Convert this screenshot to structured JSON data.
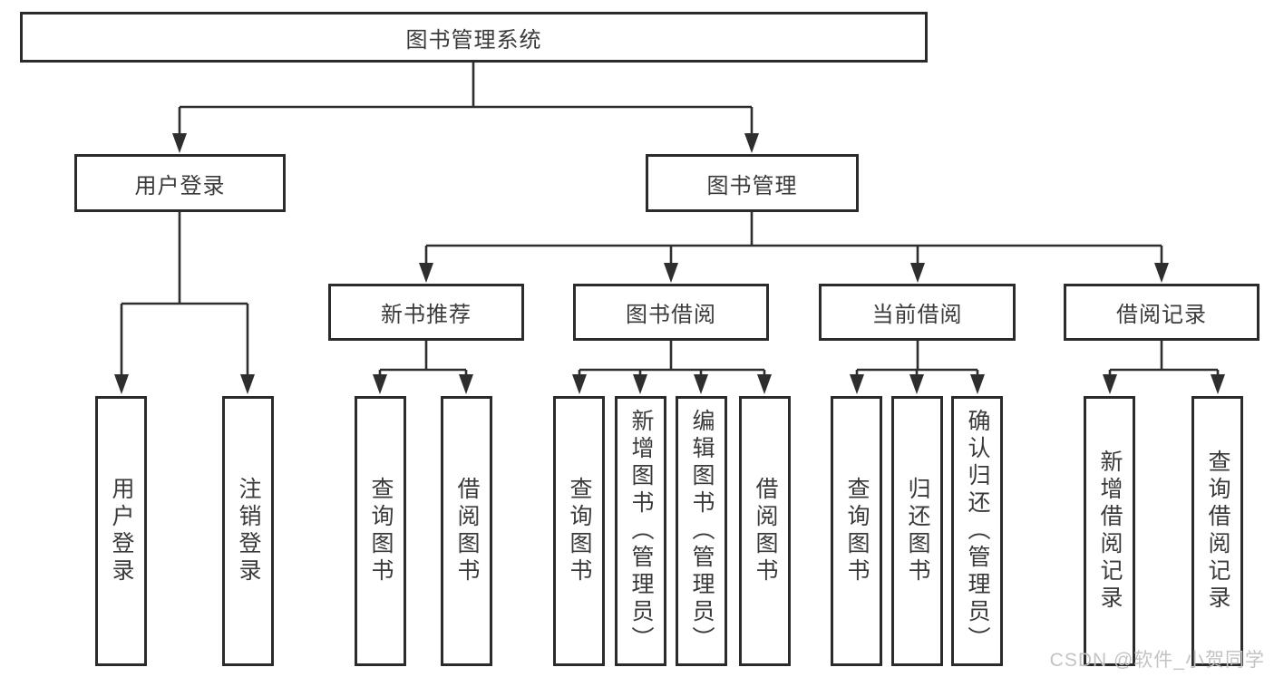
{
  "colors": {
    "line_color": "#2e2e2e",
    "border_color": "#2b2b2b",
    "box_bg": "#ffffff",
    "text_color": "#3a3a3a",
    "watermark_color": "#c3c3c3",
    "bg": "#ffffff"
  },
  "watermark": {
    "text": "CSDN @软件_小贺同学"
  },
  "nodes": {
    "root": {
      "label": "图书管理系统"
    },
    "user_login": {
      "label": "用户登录"
    },
    "book_mgmt": {
      "label": "图书管理"
    },
    "new_book_rec": {
      "label": "新书推荐"
    },
    "book_borrow": {
      "label": "图书借阅"
    },
    "current_borrow": {
      "label": "当前借阅"
    },
    "borrow_records": {
      "label": "借阅记录"
    },
    "user_login_leaf": {
      "label": "用户登录"
    },
    "logout": {
      "label": "注销登录"
    },
    "query_book_1": {
      "label": "查询图书"
    },
    "borrow_book_1": {
      "label": "借阅图书"
    },
    "query_book_2": {
      "label": "查询图书"
    },
    "add_book_admin": {
      "label": "新增图书（管理员）"
    },
    "edit_book_admin": {
      "label": "编辑图书（管理员）"
    },
    "borrow_book_2": {
      "label": "借阅图书"
    },
    "query_book_3": {
      "label": "查询图书"
    },
    "return_book": {
      "label": "归还图书"
    },
    "confirm_return_admin": {
      "label": "确认归还（管理员）"
    },
    "add_borrow_record": {
      "label": "新增借阅记录"
    },
    "query_borrow_record": {
      "label": "查询借阅记录"
    }
  }
}
